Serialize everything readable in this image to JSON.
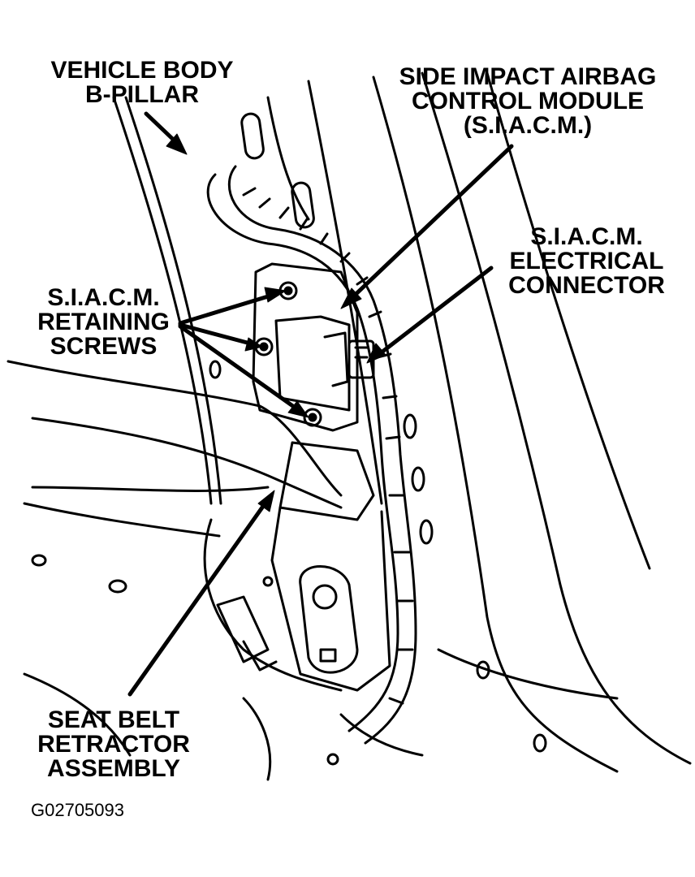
{
  "callouts": {
    "b_pillar": {
      "line1": "VEHICLE BODY",
      "line2": "B-PILLAR"
    },
    "module": {
      "line1": "SIDE IMPACT AIRBAG",
      "line2": "CONTROL MODULE",
      "line3": "(S.I.A.C.M.)"
    },
    "connector": {
      "line1": "S.I.A.C.M.",
      "line2": "ELECTRICAL",
      "line3": "CONNECTOR"
    },
    "screws": {
      "line1": "S.I.A.C.M.",
      "line2": "RETAINING",
      "line3": "SCREWS"
    },
    "retractor": {
      "line1": "SEAT BELT",
      "line2": "RETRACTOR",
      "line3": "ASSEMBLY"
    }
  },
  "figure_code": "G02705093",
  "colors": {
    "ink": "#000000",
    "paper": "#ffffff"
  }
}
